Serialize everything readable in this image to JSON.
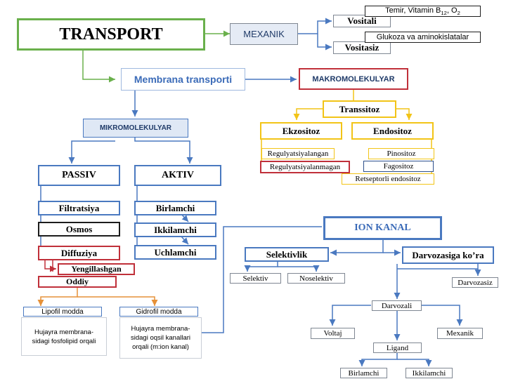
{
  "colors": {
    "green": "#6ab04c",
    "blue": "#4a79c0",
    "red": "#c0303a",
    "yellow": "#f2c417",
    "orange": "#e69138",
    "gray": "#7f8792"
  },
  "nodes": {
    "transport": "TRANSPORT",
    "mexanik": "MEXANIK",
    "vositali": "Vositali",
    "vositasiz": "Vositasiz",
    "temir_pre": "Temir, Vitamin B",
    "temir_sub": "12",
    "temir_mid": ", O",
    "temir_sub2": "2",
    "glukoza": "Glukoza va aminokislatalar",
    "membrana": "Membrana transporti",
    "makro": "MAKROMOLEKULYAR",
    "transsitoz": "Transsitoz",
    "ekzositoz": "Ekzositoz",
    "endositoz": "Endositoz",
    "regulyatsiyalangan": "Regulyatsiyalangan",
    "regulyatsiyalanmagan": "Regulyatsiyalanmagan",
    "pinositoz": "Pinositoz",
    "fagositoz": "Fagositoz",
    "retseptorli": "Retseptorli endositoz",
    "mikro": "MIKROMOLEKULYAR",
    "passiv": "PASSIV",
    "aktiv": "AKTIV",
    "filtratsiya": "Filtratsiya",
    "osmos": "Osmos",
    "diffuziya": "Diffuziya",
    "yengillashgan": "Yengillashgan",
    "oddiy": "Oddiy",
    "birlamchi": "Birlamchi",
    "ikkilamchi": "Ikkilamchi",
    "uchlamchi": "Uchlamchi",
    "lipofil": "Lipofil modda",
    "lipofil_text": "Hujayra membrana-sidagi fosfolipid orqali",
    "gidrofil": "Gidrofil modda",
    "gidrofil_text": "Hujayra membrana-sidagi oqsil kanallari orqali (m:ion kanal)",
    "ion_kanal": "ION KANAL",
    "selektivlik": "Selektivlik",
    "darvozasiga": "Darvozasiga ko’ra",
    "selektiv": "Selektiv",
    "noselektiv": "Noselektiv",
    "darvozasiz": "Darvozasiz",
    "darvozali": "Darvozali",
    "voltaj": "Voltaj",
    "mexanik2": "Mexanik",
    "ligand": "Ligand",
    "birlamchi2": "Birlamchi",
    "ikkilamchi2": "Ikkilamchi"
  }
}
